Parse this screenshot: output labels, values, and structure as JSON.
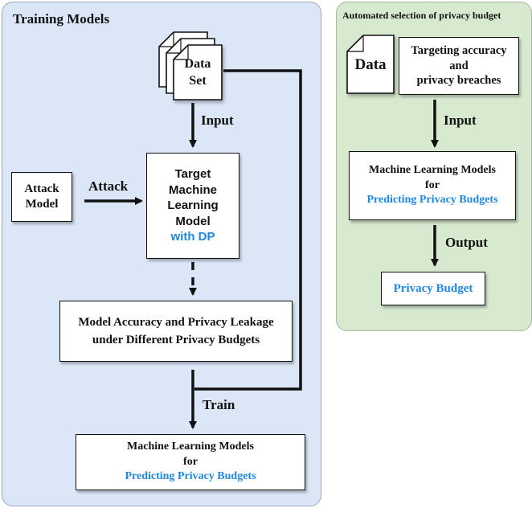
{
  "training_panel": {
    "title": "Training Models",
    "dataset": {
      "line1": "Data",
      "line2": "Set"
    },
    "input_label": "Input",
    "attack_model": {
      "line1": "Attack",
      "line2": "Model"
    },
    "attack_label": "Attack",
    "target_model": {
      "line1": "Target",
      "line2": "Machine",
      "line3": "Learning",
      "line4": "Model",
      "line5": "with DP"
    },
    "accuracy_box": {
      "line1": "Model Accuracy and Privacy Leakage",
      "line2": "under Different Privacy Budgets"
    },
    "train_label": "Train",
    "ml_models": {
      "line1": "Machine Learning Models",
      "line2": "for",
      "line3": "Predicting Privacy Budgets"
    }
  },
  "selection_panel": {
    "title": "Automated selection of privacy budget",
    "data_doc": "Data",
    "targeting": {
      "line1": "Targeting accuracy",
      "line2": "and",
      "line3": "privacy breaches"
    },
    "input_label": "Input",
    "ml_models": {
      "line1": "Machine Learning Models",
      "line2": "for",
      "line3": "Predicting Privacy Budgets"
    },
    "output_label": "Output",
    "privacy_budget": "Privacy Budget"
  },
  "colors": {
    "left_panel_bg": "#dbe7f7",
    "right_panel_bg": "#d7ead0",
    "accent_blue": "#1e88e5",
    "arrow": "#111111"
  }
}
